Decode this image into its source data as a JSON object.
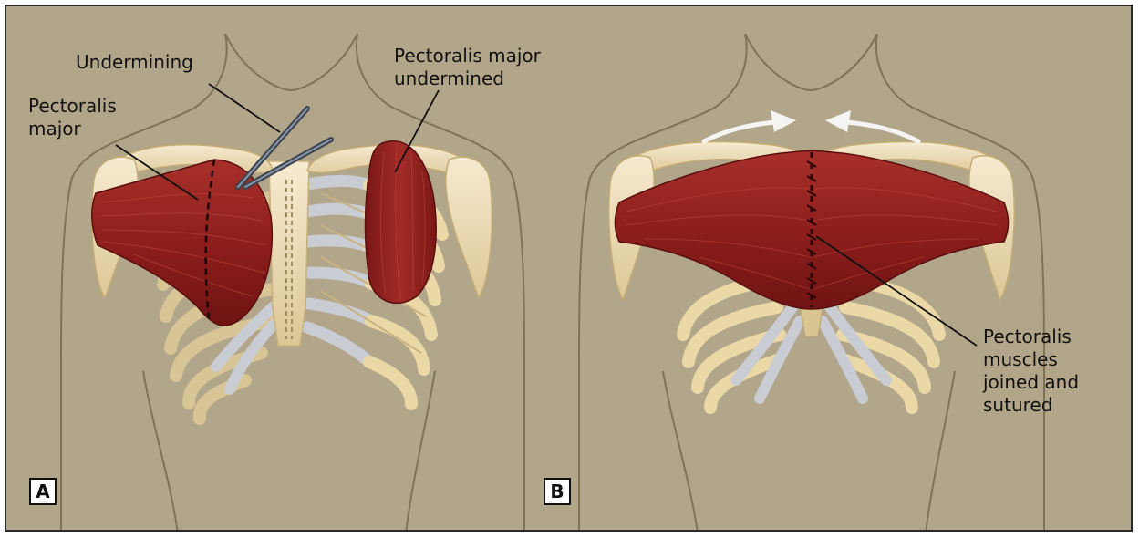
{
  "panels": [
    {
      "tag": "A"
    },
    {
      "tag": "B"
    }
  ],
  "labels": {
    "undermining": "Undermining",
    "pectoralis_major": "Pectoralis\nmajor",
    "pectoralis_major_undermined": "Pectoralis major\nundermined",
    "pectoralis_joined": "Pectoralis\nmuscles\njoined and\nsutured"
  },
  "colors": {
    "background": "#b2a68a",
    "skin_outline": "#8a7e62",
    "muscle": "#8e1f1c",
    "bone": "#ecdcae",
    "cartilage": "#c9ccd2"
  }
}
